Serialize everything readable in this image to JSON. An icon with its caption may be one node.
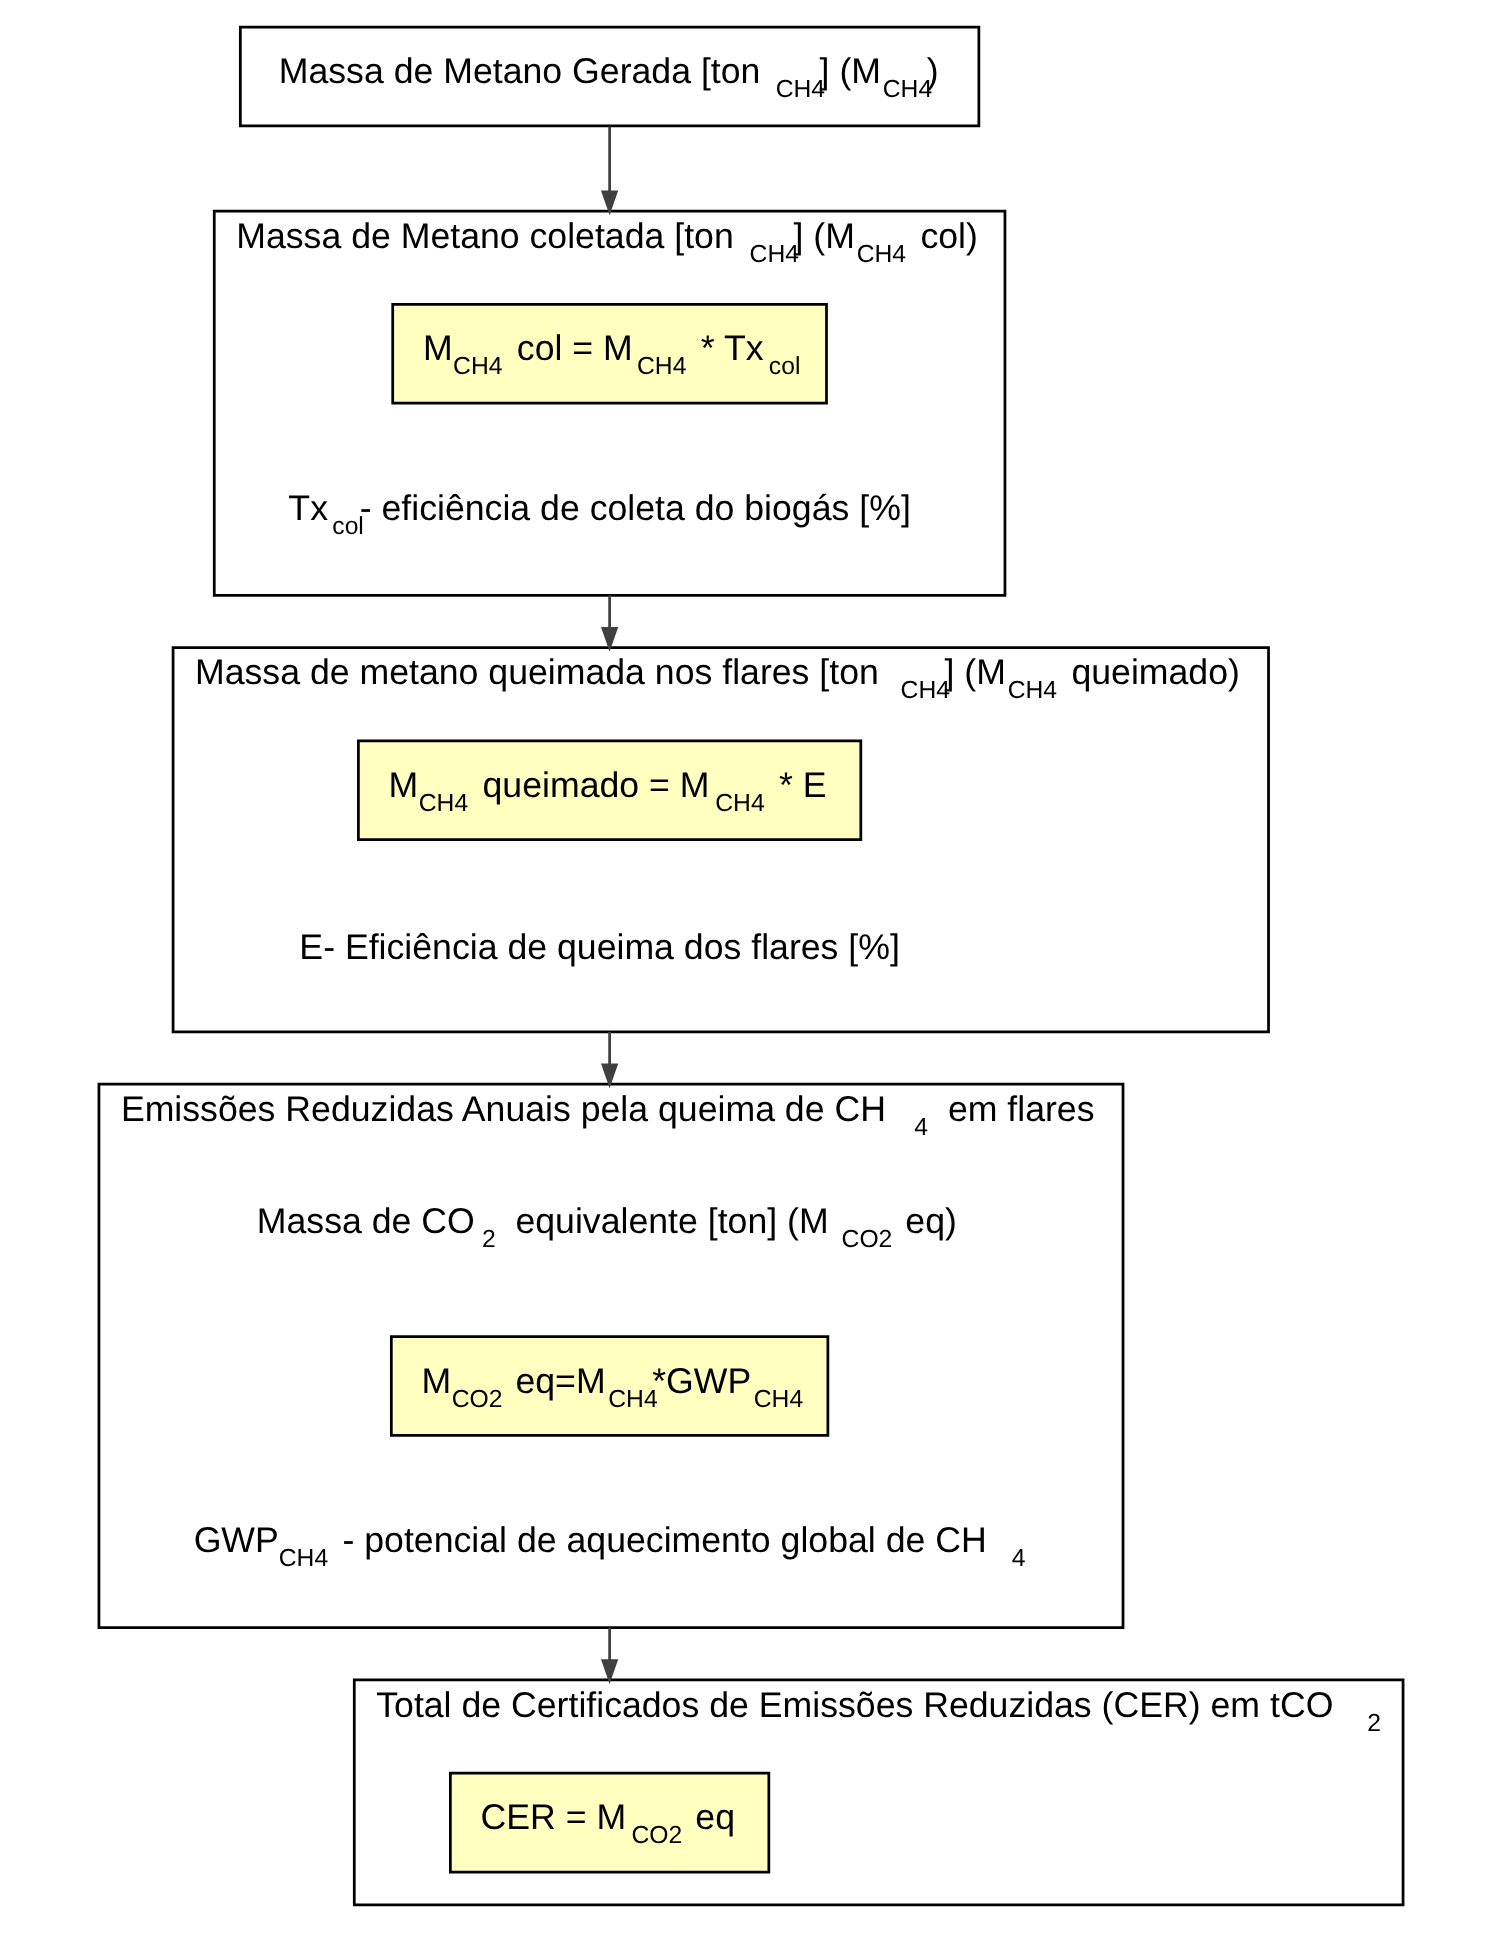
{
  "diagram": {
    "nodes": [
      {
        "text": [
          "Massa de Metano Gerada [ton$_{CH4}$] (M$_{CH4}$)"
        ]
      },
      {
        "text": [
          "Massa de Metano coletada [ton$_{CH4}$] (M$_{CH4}$ col)",
          "Tx$_{col}$- eficiência de coleta do biogás [%]"
        ]
      },
      {
        "text": [
          "M$_{CH4}$ col = M$_{CH4}$ * Tx$_{col}$"
        ],
        "in": 1
      },
      {
        "text": [
          "Massa de metano queimada nos flares [ton$_{CH4}$] (M$_{CH4}$ queimado)",
          "E- Eficiência de queima dos flares [%]"
        ]
      },
      {
        "text": [
          "M$_{CH4}$ queimado = M$_{CH4}$ * E"
        ],
        "in": 3
      },
      {
        "text": [
          "Emissões Reduzidas Anuais pela queima de CH$_{4}$ em flares",
          "Massa de CO$_{2}$ equivalente [ton] (M$_{CO2}$ eq)",
          "GWP$_{CH4}$ - potencial de aquecimento global de CH$_{4}$"
        ]
      },
      {
        "text": [
          "M$_{CO2}$ eq=M$_{CH4}$*GWP$_{CH4}$"
        ],
        "in": 5
      },
      {
        "text": [
          "Total de Certificados de Emissões Reduzidas (CER) em tCO$_{2}$"
        ]
      },
      {
        "text": [
          "CER = M$_{CO2}$ eq"
        ],
        "in": 7
      }
    ],
    "edges": [
      {
        "from": 0,
        "to": 1,
        "arrow": "to"
      },
      {
        "from": 1,
        "to": 3,
        "arrow": "to"
      },
      {
        "from": 3,
        "to": 5,
        "arrow": "to"
      },
      {
        "from": 5,
        "to": 7,
        "arrow": "to"
      }
    ]
  }
}
